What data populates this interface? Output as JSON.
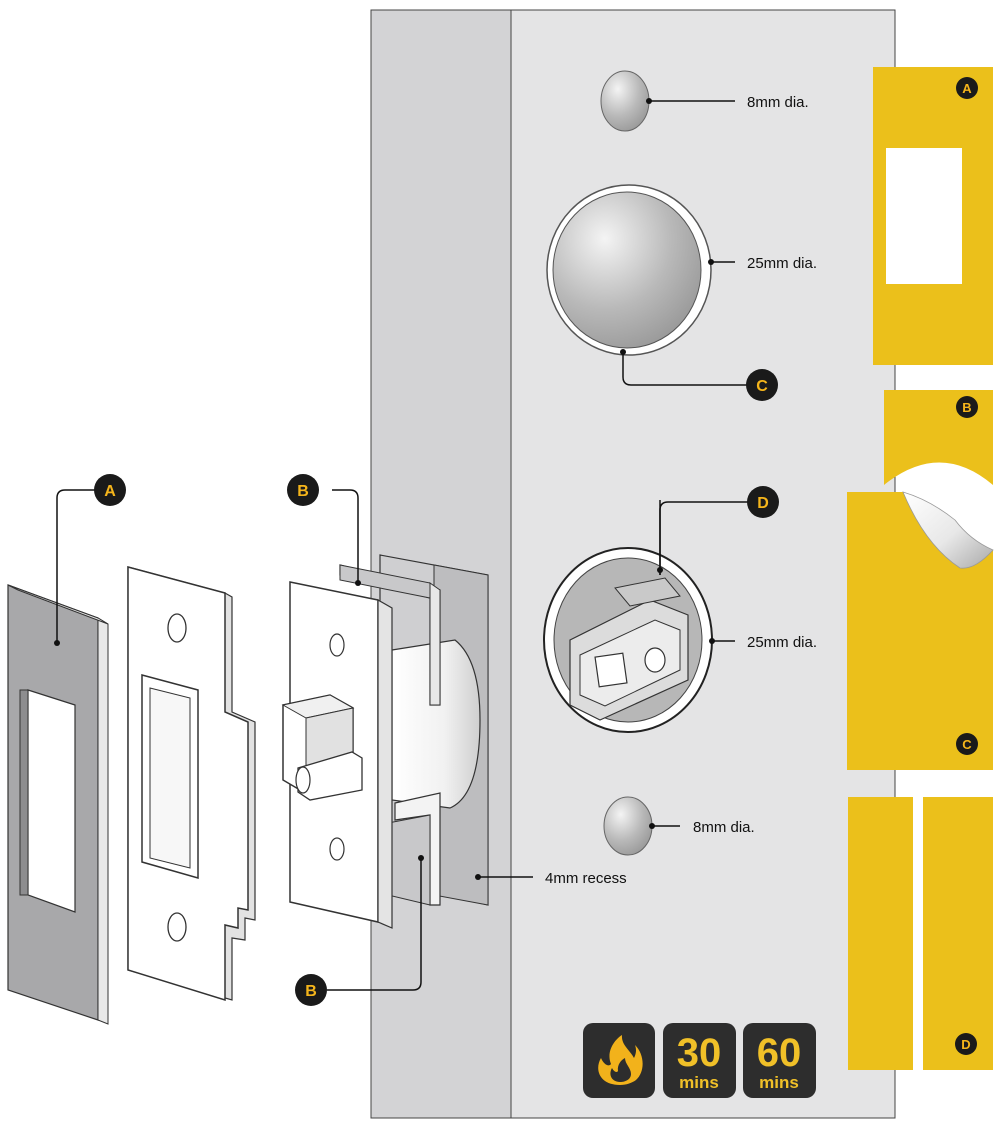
{
  "labels": {
    "a": "A",
    "b": "B",
    "c": "C",
    "d": "D"
  },
  "dimensions": {
    "top_hole": "8mm dia.",
    "upper_hole": "25mm dia.",
    "lower_hole": "25mm dia.",
    "bottom_hole": "8mm dia.",
    "recess": "4mm recess"
  },
  "badges": {
    "fire_icon": "flame-icon",
    "rating_1_value": "30",
    "rating_1_unit": "mins",
    "rating_2_value": "60",
    "rating_2_unit": "mins"
  },
  "colors": {
    "intumescent_yellow": "#ebc01b",
    "badge_dark": "#2d2d2d",
    "badge_text": "#f0c028",
    "door_grey": "#e3e3e3",
    "door_edge": "#d0d0d0"
  }
}
